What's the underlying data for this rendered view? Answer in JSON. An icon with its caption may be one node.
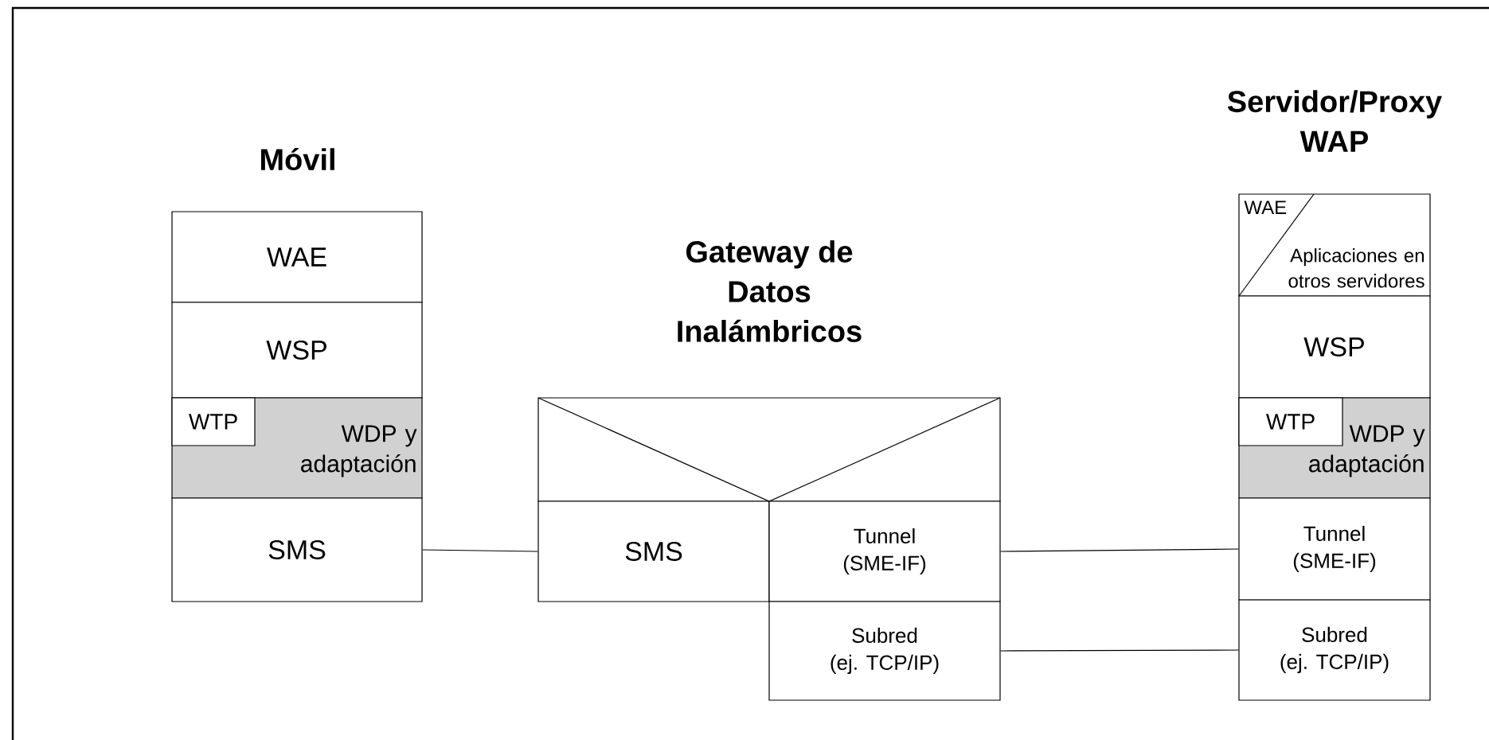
{
  "diagram": {
    "nodes": [
      {
        "text": [
          "WAE"
        ]
      },
      {
        "text": [
          "WSP"
        ]
      },
      {
        "text": [
          "WDP y adaptación"
        ]
      },
      {
        "text": [
          "WTP"
        ],
        "in": 2
      },
      {
        "text": [
          "SMS"
        ]
      },
      {
        "text": [],
        "shape": "box"
      },
      {
        "text": [
          "SMS"
        ]
      },
      {
        "text": [
          "Tunnel (SME-IF)"
        ]
      },
      {
        "text": [
          "Subred (ej. TCP/IP)"
        ]
      },
      {
        "text": [
          "WAE",
          "Aplicaciones en otros servidores"
        ]
      },
      {
        "text": [
          "WSP"
        ]
      },
      {
        "text": [
          "WDP y adaptación"
        ]
      },
      {
        "text": [
          "WTP"
        ],
        "in": 11
      },
      {
        "text": [
          "Tunnel (SME-IF)"
        ]
      },
      {
        "text": [
          "Subred (ej. TCP/IP)"
        ]
      }
    ],
    "edges": [
      {
        "from": 4,
        "to": 6,
        "arrow": "none"
      },
      {
        "from": 7,
        "to": 13,
        "arrow": "none"
      },
      {
        "from": 8,
        "to": 14,
        "arrow": "none"
      }
    ],
    "labels": [
      "Móvil",
      "Gateway de Datos Inalámbricos",
      "Servidor/Proxy WAP"
    ]
  }
}
